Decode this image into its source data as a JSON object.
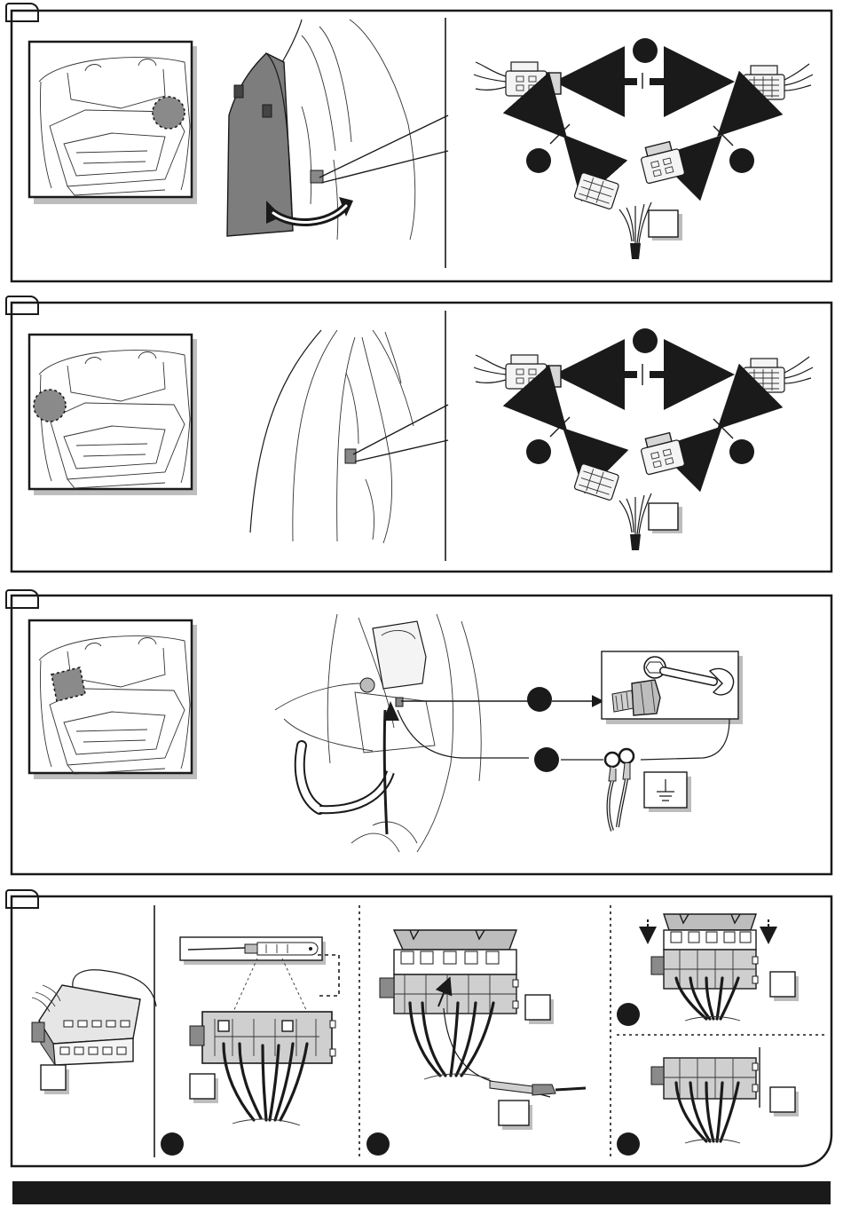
{
  "panels": [
    {
      "id": "panel-1"
    },
    {
      "id": "panel-2"
    },
    {
      "id": "panel-3"
    },
    {
      "id": "panel-4"
    }
  ],
  "colors": {
    "ink": "#1a1a1a",
    "shade": "#9a9a9a",
    "bar": "#1a1a1a"
  },
  "icons": [
    "car-trunk-icon",
    "connector-icon",
    "arrow-icon",
    "bolt-icon",
    "wrench-icon",
    "ground-symbol-icon",
    "screwdriver-icon",
    "ring-terminal-icon"
  ]
}
